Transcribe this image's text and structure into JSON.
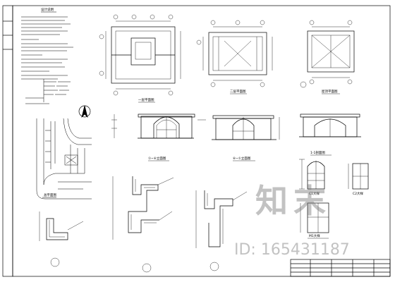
{
  "watermark": {
    "logo_text": "知末",
    "id_text": "ID: 165431187"
  },
  "labels": {
    "general_notes": "设计说明",
    "plan_1f": "一层平面图",
    "plan_2f": "二层平面图",
    "plan_roof": "屋顶平面图",
    "site_plan": "总平面图",
    "elev_front": "①~⑥立面图",
    "elev_rear": "⑥~①立面图",
    "section": "1-1剖面图",
    "door_c1": "C1大样",
    "window_c2": "C2大样",
    "door_m1": "M1大样"
  },
  "colors": {
    "ink": "#000000",
    "paper": "#ffffff",
    "watermark": "#808080"
  }
}
